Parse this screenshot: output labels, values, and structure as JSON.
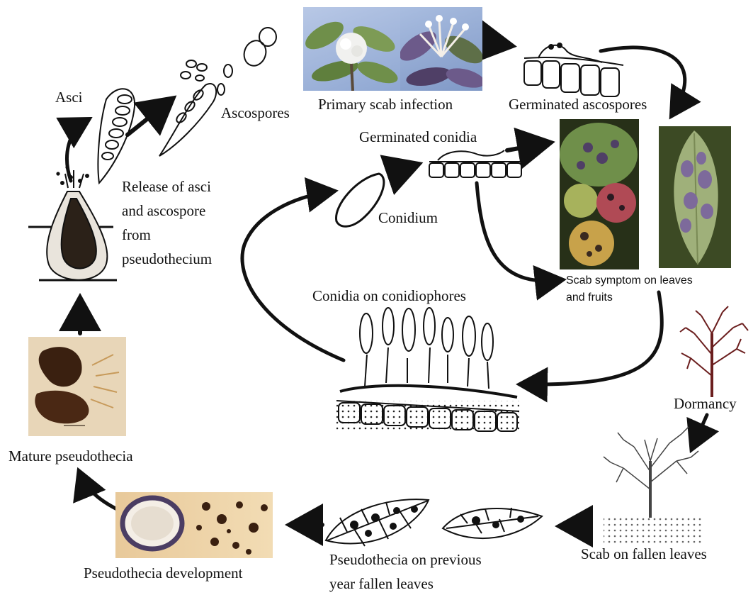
{
  "labels": {
    "asci": "Asci",
    "ascospores": "Ascospores",
    "primary_scab": "Primary scab infection",
    "germinated_ascospores": "Germinated ascospores",
    "germinated_conidia": "Germinated conidia",
    "release_lines": [
      "Release of asci",
      "and ascospore",
      "from",
      "pseudothecium"
    ],
    "conidium": "Conidium",
    "scab_symptom_lines": [
      "Scab symptom on leaves",
      "and fruits"
    ],
    "conidia_on_conidiophores": "Conidia on conidiophores",
    "dormancy": "Dormancy",
    "mature_pseudothecia": "Mature pseudothecia",
    "scab_fallen": "Scab on fallen leaves",
    "pseudothecia_prev_lines": [
      "Pseudothecia on previous",
      "year fallen leaves"
    ],
    "pseudothecia_development": "Pseudothecia development"
  },
  "colors": {
    "ink": "#111111",
    "leaf_green": "#6f8f4a",
    "scab_purple": "#6c5a8a",
    "sky_blue": "#9fb4d8",
    "pseudothecia_brown": "#3a2010",
    "tan": "#e8c99a",
    "bark_red": "#6b1e1e"
  }
}
